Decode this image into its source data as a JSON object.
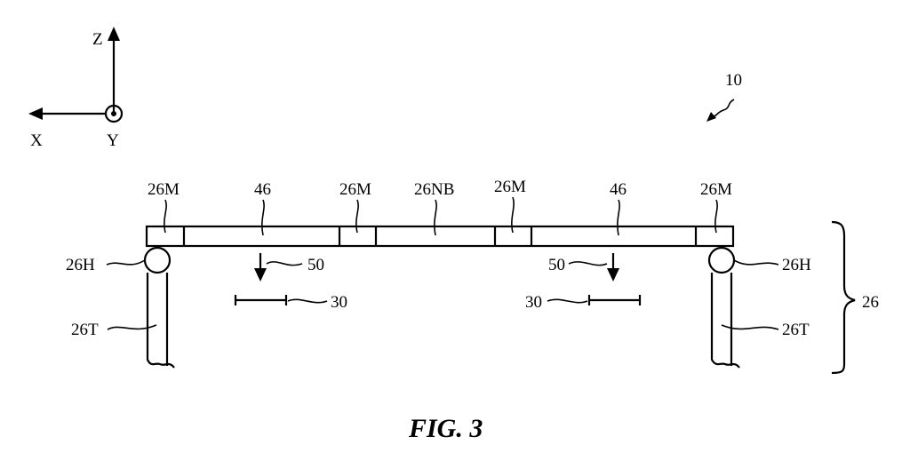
{
  "axes": {
    "z_label": "Z",
    "x_label": "X",
    "y_label": "Y"
  },
  "labels": {
    "device": "10",
    "mesh_left": "26M",
    "panel_left": "46",
    "mesh_mid_left": "26M",
    "center": "26NB",
    "mesh_mid_right": "26M",
    "panel_right": "46",
    "mesh_right": "26M",
    "hinge_left": "26H",
    "hinge_right": "26H",
    "arrow_left": "50",
    "arrow_right": "50",
    "dim_left": "30",
    "dim_right": "30",
    "temple_left": "26T",
    "temple_right": "26T",
    "bracket": "26"
  },
  "caption": "FIG. 3"
}
